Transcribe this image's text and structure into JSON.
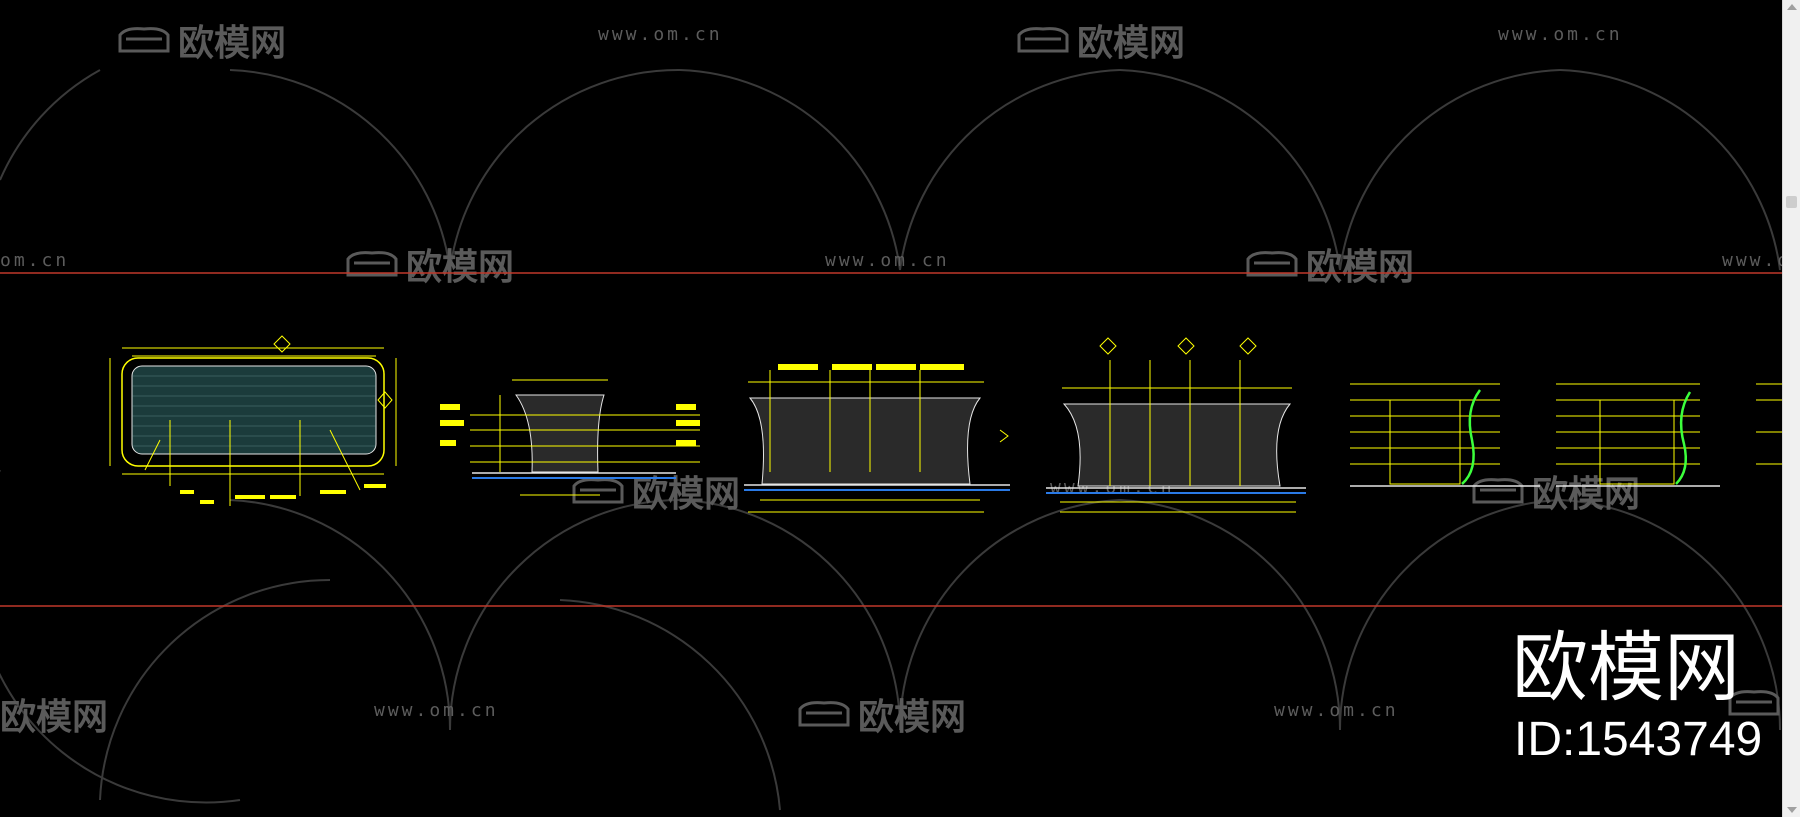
{
  "watermark": {
    "brand_cn": "欧模网",
    "url_text": "www.om.cn",
    "url_partial": "om.cn",
    "brand_partial": "欧模网"
  },
  "brand_stamp": {
    "name": "欧模网",
    "id_label": "ID:1543749"
  },
  "colors": {
    "background": "#000000",
    "drawing_lines": "#ffff00",
    "frame_lines": "#c0392b",
    "detail_lines": "#e6e6e6",
    "accent_green": "#3cff3c",
    "watermark": "#5a5a5a"
  },
  "icons": [
    "sofa-logo-icon",
    "scrollbar-up-arrow-icon",
    "scrollbar-down-arrow-icon"
  ]
}
